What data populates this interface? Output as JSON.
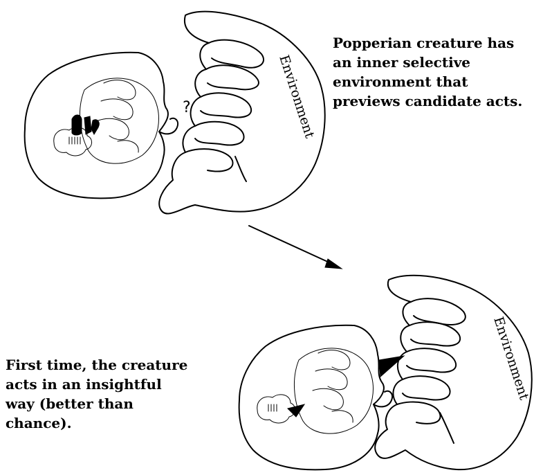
{
  "top": {
    "caption_lines": [
      "Popperian creature has",
      "an inner selective",
      "environment that",
      "previews candidate acts."
    ],
    "environment_label": "Environment",
    "question_mark": "?"
  },
  "bottom": {
    "caption_lines": [
      "First time, the creature",
      "acts in an insightful",
      "way (better than",
      "chance)."
    ],
    "environment_label": "Environment"
  }
}
